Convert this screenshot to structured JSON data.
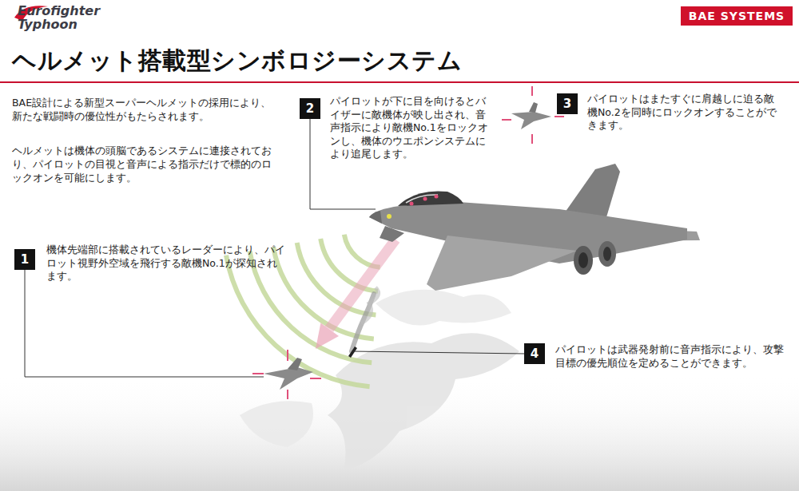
{
  "diagram": {
    "title": "ヘルメット搭載型シンボロジーシステム",
    "nodes": [
      {
        "text": [
          "BAE SYSTEMS"
        ]
      },
      {
        "text": [
          "1",
          "機体先端部に搭載されているレーダーにより、パイロット視野外空域を飛行する敵機No.1が探知されます。"
        ]
      },
      {
        "text": [
          "2",
          "パイロットが下に目を向けるとバイザーに敵機体が映し出され、音声指示により敵機No.1をロックオンし、機体のウエポンシステムにより追尾します。"
        ]
      },
      {
        "text": [
          "3",
          "パイロットはまたすぐに肩越しに迫る敵機No.2を同時にロックオンすることができます。"
        ]
      },
      {
        "text": [
          "4",
          "パイロットは武器発射前に音声指示により、攻撃目標の優先順位を定めることができます。"
        ]
      }
    ],
    "labels": [
      "Eurofighter Typhoon",
      "BAE設計による新型スーパーヘルメットの採用により、新たな戦闘時の優位性がもたらされます。",
      "ヘルメットは機体の頭脳であるシステムに連接されており、パイロットの目視と音声による指示だけで標的のロックオンを可能にします。"
    ]
  }
}
